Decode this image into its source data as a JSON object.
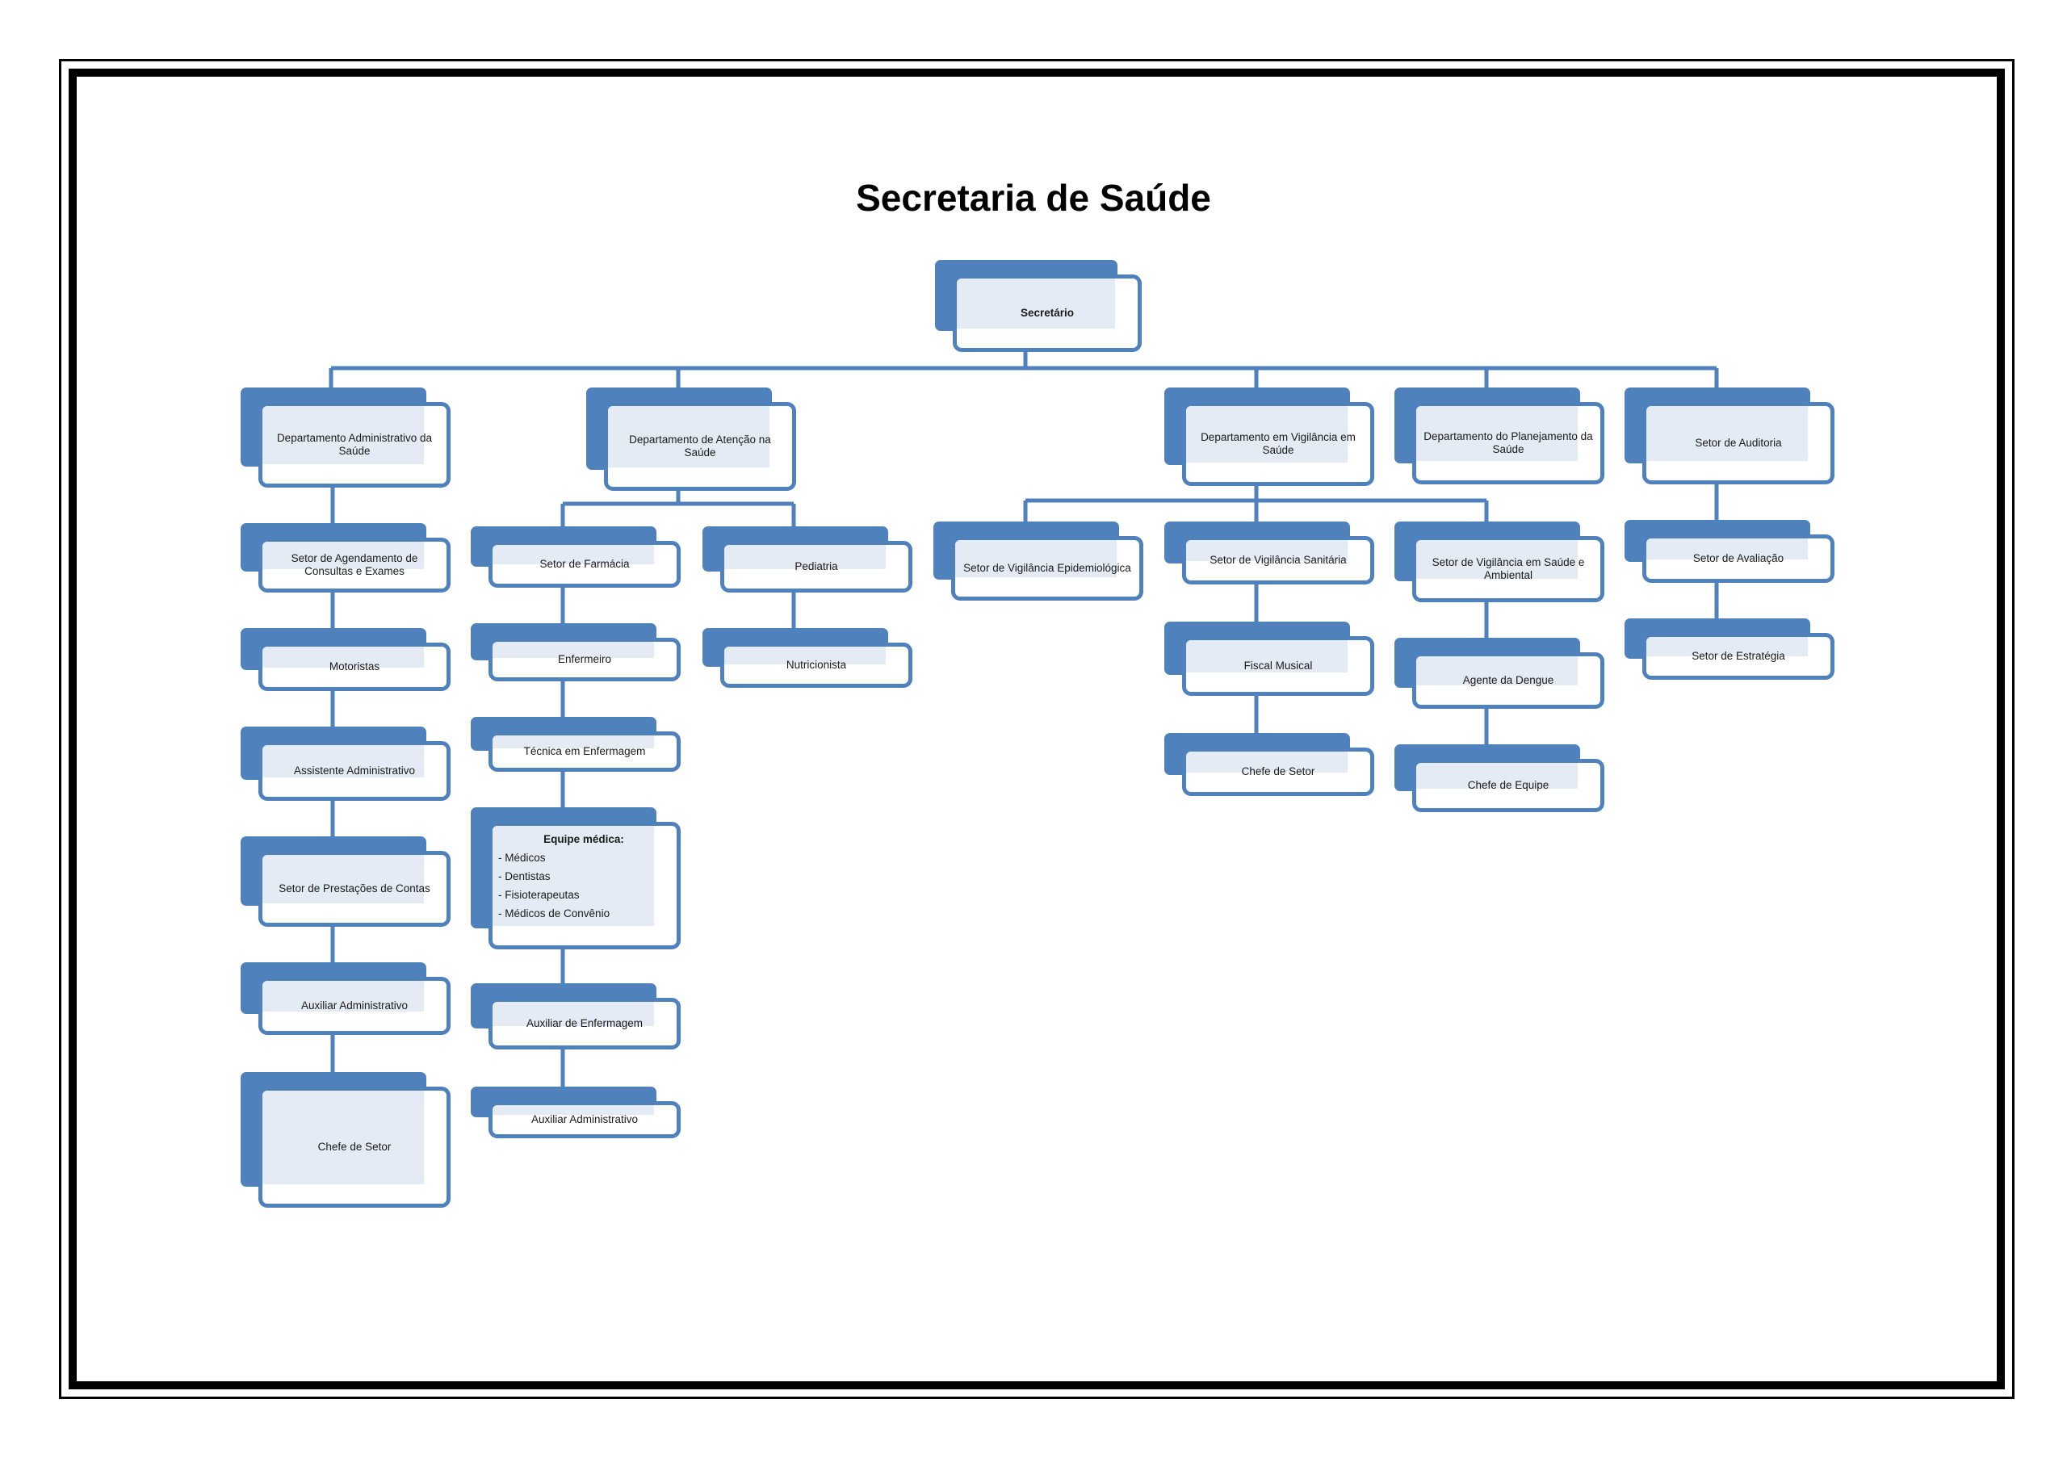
{
  "title": "Secretaria de Saúde",
  "colors": {
    "accent": "#4f81bd",
    "node_fill": "#ffffff",
    "node_shade": "#dfe7f2",
    "frame": "#000000"
  },
  "nodes": {
    "secretario": "Secretário",
    "dept_admin": "Departamento  Administrativo da Saúde",
    "dept_atencao": "Departamento de Atenção na Saúde",
    "dept_vigilancia": "Departamento em Vigilância em Saúde",
    "dept_planejamento": "Departamento do Planejamento da Saúde",
    "setor_auditoria": "Setor de Auditoria",
    "admin_agendamento": "Setor de Agendamento de Consultas e Exames",
    "admin_motoristas": "Motoristas",
    "admin_assistente": "Assistente Administrativo",
    "admin_prestacoes": "Setor de Prestações de Contas",
    "admin_auxiliar": "Auxiliar Administrativo",
    "admin_chefe": "Chefe de Setor",
    "farmacia": "Setor de Farmácia",
    "enfermeiro": "Enfermeiro",
    "tecnica_enfermagem": "Técnica em Enfermagem",
    "auxiliar_enfermagem": "Auxiliar de Enfermagem",
    "atencao_auxiliar_admin": "Auxiliar Administrativo",
    "pediatria": "Pediatria",
    "nutricionista": "Nutricionista",
    "vig_epidemiologica": "Setor de Vigilância Epidemiológica",
    "vig_sanitaria": "Setor de Vigilância Sanitária",
    "fiscal_musical": "Fiscal Musical",
    "sanitaria_chefe": "Chefe de Setor",
    "vig_ambiental": "Setor de Vigilância em Saúde e Ambiental",
    "agente_dengue": "Agente da Dengue",
    "chefe_equipe": "Chefe de Equipe",
    "setor_avaliacao": "Setor de Avaliação",
    "setor_estrategia": "Setor de Estratégia"
  },
  "equipe_medica": {
    "title": "Equipe médica:",
    "items": [
      "- Médicos",
      "- Dentistas",
      "- Fisioterapeutas",
      "- Médicos de Convênio"
    ]
  }
}
